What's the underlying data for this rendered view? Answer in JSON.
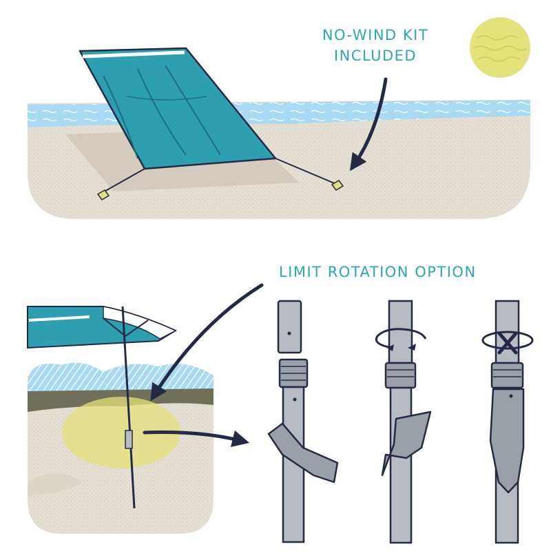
{
  "labels": {
    "no_wind_line1": "NO-WIND KIT",
    "no_wind_line2": "INCLUDED",
    "limit_rotation": "LIMIT ROTATION OPTION"
  },
  "colors": {
    "accent_teal": "#2aa7b5",
    "canopy": "#2e9fb0",
    "sea": "#a9daf3",
    "sand": "#e3ddd2",
    "sun": "#e4e27a",
    "ink": "#232a45",
    "pole": "#b7bcc2"
  },
  "icons": [
    "sun-icon",
    "rotate-arrows-icon",
    "no-rotate-x-icon"
  ]
}
